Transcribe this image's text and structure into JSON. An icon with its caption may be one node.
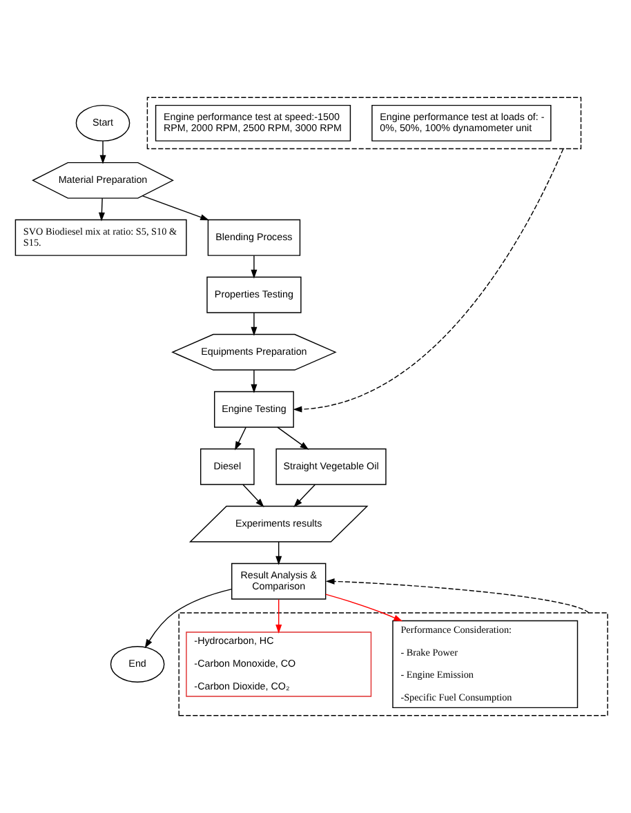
{
  "diagram": {
    "nodes": [
      {
        "text": [
          "Start"
        ]
      },
      {
        "text": [
          "Material Preparation"
        ]
      },
      {
        "text": [
          "SVO Biodiesel mix at ratio: S5, S10 & S15."
        ]
      },
      {
        "text": [
          "Blending Process"
        ]
      },
      {
        "text": [
          "Properties Testing"
        ]
      },
      {
        "text": [
          "Equipments Preparation"
        ]
      },
      {
        "text": [],
        "shape": "box"
      },
      {
        "text": [
          "Engine performance test at loads of: - 0%, 50%, 100% dynamometer unit"
        ],
        "in": 6
      },
      {
        "text": [
          "Engine performance test at speed:-1500 RPM, 2000 RPM, 2500 RPM, 3000 RPM"
        ],
        "in": 6
      },
      {
        "text": [
          "Engine Testing"
        ]
      },
      {
        "text": [
          "Diesel"
        ]
      },
      {
        "text": [
          "Straight Vegetable Oil"
        ]
      },
      {
        "text": [
          "Experiments results"
        ]
      },
      {
        "text": [],
        "shape": "box"
      },
      {
        "text": [
          "Performance Consideration:",
          "- Brake Power",
          "- Engine Emission",
          "-Specific Fuel Consumption"
        ],
        "in": 13
      },
      {
        "text": [
          "-Hydrocarbon, HC",
          "-Carbon Monoxide, CO",
          "-Carbon Dioxide, CO₂"
        ],
        "in": 13
      },
      {
        "text": [
          "Result Analysis & Comparison"
        ]
      },
      {
        "text": [
          "End"
        ]
      }
    ],
    "edges": [
      {
        "from": 0,
        "to": 1,
        "arrow": "to"
      },
      {
        "from": 1,
        "to": 2,
        "arrow": "to"
      },
      {
        "from": 1,
        "to": 3,
        "arrow": "to"
      },
      {
        "from": 3,
        "to": 4,
        "arrow": "to"
      },
      {
        "from": 4,
        "to": 5,
        "arrow": "to"
      },
      {
        "from": 5,
        "to": 9,
        "arrow": "to"
      },
      {
        "from": 6,
        "to": 9,
        "arrow": "to",
        "style": "dashed"
      },
      {
        "from": 9,
        "to": 10,
        "arrow": "to"
      },
      {
        "from": 9,
        "to": 11,
        "arrow": "to"
      },
      {
        "from": 10,
        "to": 12,
        "arrow": "to"
      },
      {
        "from": 11,
        "to": 12,
        "arrow": "to"
      },
      {
        "from": 12,
        "to": 16,
        "arrow": "to"
      },
      {
        "from": 13,
        "to": 16,
        "arrow": "to",
        "style": "dashed"
      },
      {
        "from": 16,
        "to": 14,
        "arrow": "to",
        "color": "#ff0000"
      },
      {
        "from": 16,
        "to": 15,
        "arrow": "to",
        "color": "#ff0000"
      },
      {
        "from": 16,
        "to": 17,
        "arrow": "to"
      }
    ]
  }
}
